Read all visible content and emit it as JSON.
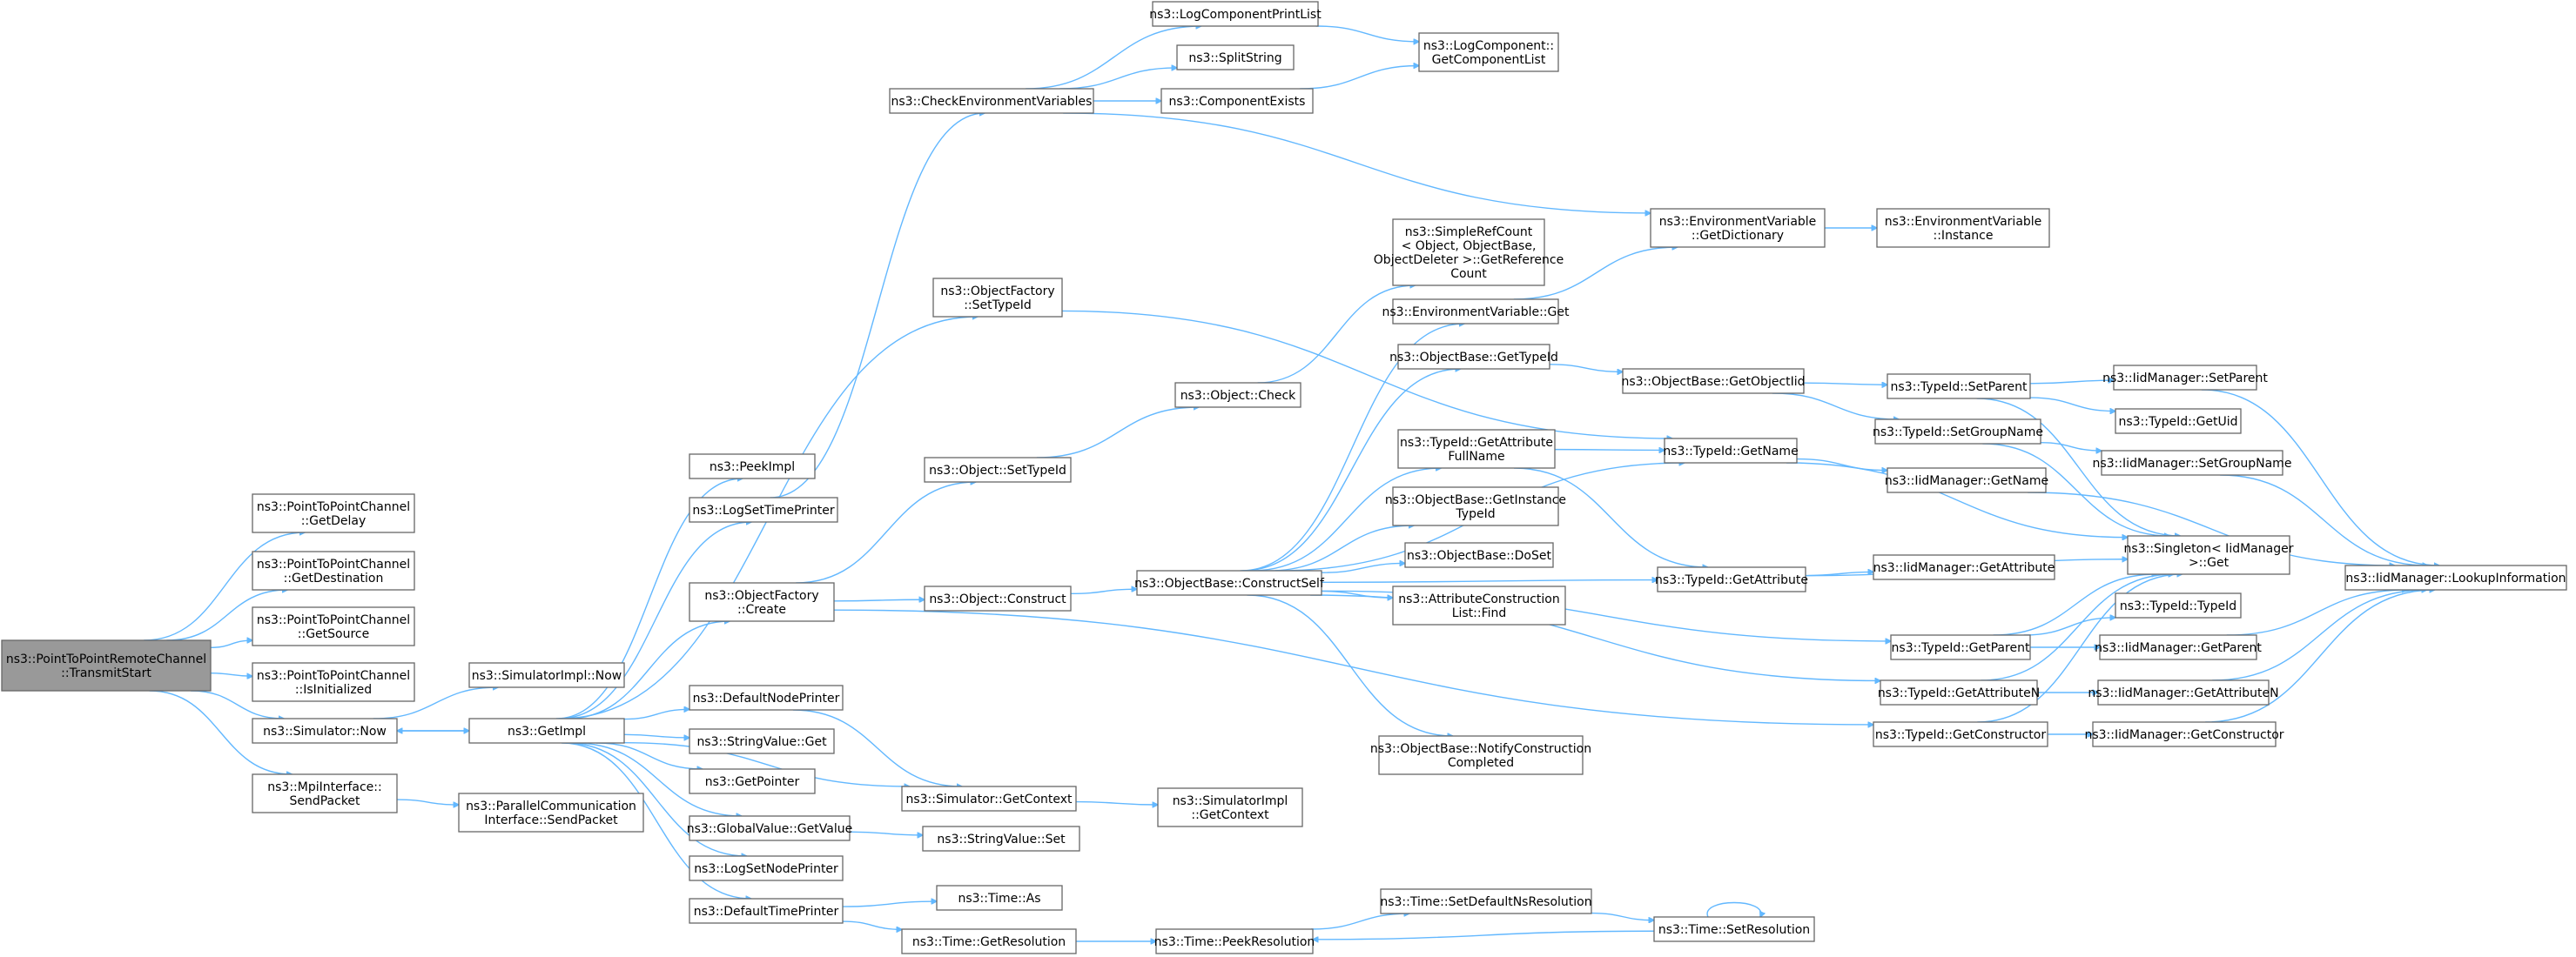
{
  "root": "ns3::PointToPointRemoteChannel::TransmitStart",
  "colors": {
    "edge": "#63b8ff",
    "node_border": "#666666",
    "node_fill": "#ffffff",
    "root_fill": "#999999"
  },
  "nodes": [
    {
      "id": "root",
      "lines": [
        "ns3::PointToPointRemoteChannel",
        "::TransmitStart"
      ],
      "highlight": true
    },
    {
      "id": "getdelay",
      "lines": [
        "ns3::PointToPointChannel",
        "::GetDelay"
      ]
    },
    {
      "id": "getdest",
      "lines": [
        "ns3::PointToPointChannel",
        "::GetDestination"
      ]
    },
    {
      "id": "getsource",
      "lines": [
        "ns3::PointToPointChannel",
        "::GetSource"
      ]
    },
    {
      "id": "isinit",
      "lines": [
        "ns3::PointToPointChannel",
        "::IsInitialized"
      ]
    },
    {
      "id": "simnow",
      "lines": [
        "ns3::Simulator::Now"
      ]
    },
    {
      "id": "mpisend",
      "lines": [
        "ns3::MpiInterface::",
        "SendPacket"
      ]
    },
    {
      "id": "simimplnow",
      "lines": [
        "ns3::SimulatorImpl::Now"
      ]
    },
    {
      "id": "getimpl",
      "lines": [
        "ns3::GetImpl"
      ]
    },
    {
      "id": "parallelsend",
      "lines": [
        "ns3::ParallelCommunication",
        "Interface::SendPacket"
      ]
    },
    {
      "id": "peekimpl",
      "lines": [
        "ns3::PeekImpl"
      ]
    },
    {
      "id": "logsettime",
      "lines": [
        "ns3::LogSetTimePrinter"
      ]
    },
    {
      "id": "objfaccreate",
      "lines": [
        "ns3::ObjectFactory",
        "::Create"
      ]
    },
    {
      "id": "defnodeprinter",
      "lines": [
        "ns3::DefaultNodePrinter"
      ]
    },
    {
      "id": "strvalget",
      "lines": [
        "ns3::StringValue::Get"
      ]
    },
    {
      "id": "getpointer",
      "lines": [
        "ns3::GetPointer"
      ]
    },
    {
      "id": "globalgetvalue",
      "lines": [
        "ns3::GlobalValue::GetValue"
      ]
    },
    {
      "id": "logsetnode",
      "lines": [
        "ns3::LogSetNodePrinter"
      ]
    },
    {
      "id": "deftimeprinter",
      "lines": [
        "ns3::DefaultTimePrinter"
      ]
    },
    {
      "id": "checkenv",
      "lines": [
        "ns3::CheckEnvironmentVariables"
      ]
    },
    {
      "id": "objfacsettype",
      "lines": [
        "ns3::ObjectFactory",
        "::SetTypeId"
      ]
    },
    {
      "id": "objsettype",
      "lines": [
        "ns3::Object::SetTypeId"
      ]
    },
    {
      "id": "objconstruct",
      "lines": [
        "ns3::Object::Construct"
      ]
    },
    {
      "id": "simgetcontext",
      "lines": [
        "ns3::Simulator::GetContext"
      ]
    },
    {
      "id": "strvalset",
      "lines": [
        "ns3::StringValue::Set"
      ]
    },
    {
      "id": "timeas",
      "lines": [
        "ns3::Time::As"
      ]
    },
    {
      "id": "timegetres",
      "lines": [
        "ns3::Time::GetResolution"
      ]
    },
    {
      "id": "logcomplist",
      "lines": [
        "ns3::LogComponentPrintList"
      ]
    },
    {
      "id": "splitstring",
      "lines": [
        "ns3::SplitString"
      ]
    },
    {
      "id": "compexists",
      "lines": [
        "ns3::ComponentExists"
      ]
    },
    {
      "id": "getcomplist",
      "lines": [
        "ns3::LogComponent::",
        "GetComponentList"
      ]
    },
    {
      "id": "objcheck",
      "lines": [
        "ns3::Object::Check"
      ]
    },
    {
      "id": "refcount",
      "lines": [
        "ns3::SimpleRefCount",
        "< Object, ObjectBase,",
        " ObjectDeleter >::GetReference",
        "Count"
      ]
    },
    {
      "id": "envget",
      "lines": [
        "ns3::EnvironmentVariable::Get"
      ]
    },
    {
      "id": "obgettypeid",
      "lines": [
        "ns3::ObjectBase::GetTypeId"
      ]
    },
    {
      "id": "construct",
      "lines": [
        "ns3::ObjectBase::ConstructSelf"
      ]
    },
    {
      "id": "getattrfull",
      "lines": [
        "ns3::TypeId::GetAttribute",
        "FullName"
      ]
    },
    {
      "id": "getinstance",
      "lines": [
        "ns3::ObjectBase::GetInstance",
        "TypeId"
      ]
    },
    {
      "id": "doset",
      "lines": [
        "ns3::ObjectBase::DoSet"
      ]
    },
    {
      "id": "attrfind",
      "lines": [
        "ns3::AttributeConstruction",
        "List::Find"
      ]
    },
    {
      "id": "notifycomp",
      "lines": [
        "ns3::ObjectBase::NotifyConstruction",
        "Completed"
      ]
    },
    {
      "id": "simimplctx",
      "lines": [
        "ns3::SimulatorImpl",
        "::GetContext"
      ]
    },
    {
      "id": "peekres",
      "lines": [
        "ns3::Time::PeekResolution"
      ]
    },
    {
      "id": "setdefns",
      "lines": [
        "ns3::Time::SetDefaultNsResolution"
      ]
    },
    {
      "id": "envdict",
      "lines": [
        "ns3::EnvironmentVariable",
        "::GetDictionary"
      ]
    },
    {
      "id": "envinstance",
      "lines": [
        "ns3::EnvironmentVariable",
        "::Instance"
      ]
    },
    {
      "id": "getobjtid",
      "lines": [
        "ns3::ObjectBase::GetObjectIid"
      ]
    },
    {
      "id": "tidgetname",
      "lines": [
        "ns3::TypeId::GetName"
      ]
    },
    {
      "id": "tidgetattr",
      "lines": [
        "ns3::TypeId::GetAttribute"
      ]
    },
    {
      "id": "tidgetparent",
      "lines": [
        "ns3::TypeId::GetParent"
      ]
    },
    {
      "id": "tidgetattrn",
      "lines": [
        "ns3::TypeId::GetAttributeN"
      ]
    },
    {
      "id": "tidgetctor",
      "lines": [
        "ns3::TypeId::GetConstructor"
      ]
    },
    {
      "id": "setres",
      "lines": [
        "ns3::Time::SetResolution"
      ]
    },
    {
      "id": "tidsetparent",
      "lines": [
        "ns3::TypeId::SetParent"
      ]
    },
    {
      "id": "tidsetgroup",
      "lines": [
        "ns3::TypeId::SetGroupName"
      ]
    },
    {
      "id": "iidgetname",
      "lines": [
        "ns3::IidManager::GetName"
      ]
    },
    {
      "id": "iidgetattr",
      "lines": [
        "ns3::IidManager::GetAttribute"
      ]
    },
    {
      "id": "tidtypeid",
      "lines": [
        "ns3::TypeId::TypeId"
      ]
    },
    {
      "id": "iidgetparent",
      "lines": [
        "ns3::IidManager::GetParent"
      ]
    },
    {
      "id": "iidgetattrn",
      "lines": [
        "ns3::IidManager::GetAttributeN"
      ]
    },
    {
      "id": "iidgetctor",
      "lines": [
        "ns3::IidManager::GetConstructor"
      ]
    },
    {
      "id": "iidsetparent",
      "lines": [
        "ns3::IidManager::SetParent"
      ]
    },
    {
      "id": "tidgetuid",
      "lines": [
        "ns3::TypeId::GetUid"
      ]
    },
    {
      "id": "iidsetgroup",
      "lines": [
        "ns3::IidManager::SetGroupName"
      ]
    },
    {
      "id": "singleton",
      "lines": [
        "ns3::Singleton< IidManager",
        " >::Get"
      ]
    },
    {
      "id": "lookup",
      "lines": [
        "ns3::IidManager::LookupInformation"
      ]
    }
  ]
}
